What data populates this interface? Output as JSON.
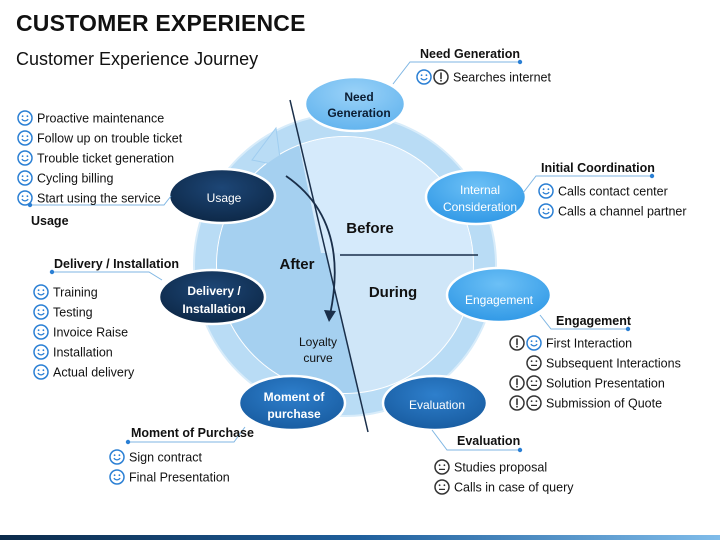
{
  "title": "CUSTOMER EXPERIENCE",
  "subtitle": "Customer Experience Journey",
  "center": {
    "before": "Before",
    "after": "After",
    "during": "During",
    "loyalty": [
      "Loyalty",
      "curve"
    ]
  },
  "nodes": {
    "need_generation": [
      "Need",
      "Generation"
    ],
    "internal_consideration": [
      "Internal",
      "Consideration"
    ],
    "engagement": [
      "Engagement"
    ],
    "evaluation": [
      "Evaluation"
    ],
    "moment_of_purchase": [
      "Moment of",
      "purchase"
    ],
    "delivery_installation": [
      "Delivery /",
      "Installation"
    ],
    "usage": [
      "Usage"
    ]
  },
  "callouts": {
    "need_generation": {
      "heading": "Need Generation",
      "items": [
        {
          "icons": [
            "smile",
            "exclaim"
          ],
          "text": "Searches internet"
        }
      ]
    },
    "initial_coordination": {
      "heading": "Initial Coordination",
      "items": [
        {
          "icons": [
            "smile"
          ],
          "text": "Calls contact center"
        },
        {
          "icons": [
            "smile"
          ],
          "text": "Calls a channel partner"
        }
      ]
    },
    "engagement": {
      "heading": "Engagement",
      "items": [
        {
          "icons": [
            "exclaim",
            "smile"
          ],
          "text": "First Interaction"
        },
        {
          "icons": [
            "neutral"
          ],
          "text": "Subsequent Interactions"
        },
        {
          "icons": [
            "exclaim",
            "neutral"
          ],
          "text": "Solution Presentation"
        },
        {
          "icons": [
            "exclaim",
            "neutral"
          ],
          "text": "Submission of Quote"
        }
      ]
    },
    "evaluation": {
      "heading": "Evaluation",
      "items": [
        {
          "icons": [
            "neutral"
          ],
          "text": "Studies proposal"
        },
        {
          "icons": [
            "neutral"
          ],
          "text": "Calls in case of query"
        }
      ]
    },
    "moment_of_purchase": {
      "heading": "Moment of Purchase",
      "items": [
        {
          "icons": [
            "smile"
          ],
          "text": "Sign contract"
        },
        {
          "icons": [
            "smile"
          ],
          "text": "Final Presentation"
        }
      ]
    },
    "delivery_installation": {
      "heading": "Delivery / Installation",
      "items": [
        {
          "icons": [
            "smile"
          ],
          "text": "Training"
        },
        {
          "icons": [
            "smile"
          ],
          "text": "Testing"
        },
        {
          "icons": [
            "smile"
          ],
          "text": "Invoice Raise"
        },
        {
          "icons": [
            "smile"
          ],
          "text": "Installation"
        },
        {
          "icons": [
            "smile"
          ],
          "text": "Actual delivery"
        }
      ]
    },
    "usage": {
      "heading": "Usage",
      "items": [
        {
          "icons": [
            "smile"
          ],
          "text": "Proactive maintenance"
        },
        {
          "icons": [
            "smile"
          ],
          "text": "Follow up on trouble ticket"
        },
        {
          "icons": [
            "smile"
          ],
          "text": "Trouble ticket generation"
        },
        {
          "icons": [
            "smile"
          ],
          "text": "Cycling billing"
        },
        {
          "icons": [
            "smile"
          ],
          "text": "Start using the service"
        }
      ]
    }
  },
  "colors": {
    "dark_navy": "#0f2d52",
    "mid_blue": "#1e6bb8",
    "light_blue": "#46a7ee",
    "pale_blue": "#cfe6f8",
    "ring_blue": "#a9d4f3",
    "icon_blue": "#2a7fd4",
    "icon_dark": "#333333"
  }
}
